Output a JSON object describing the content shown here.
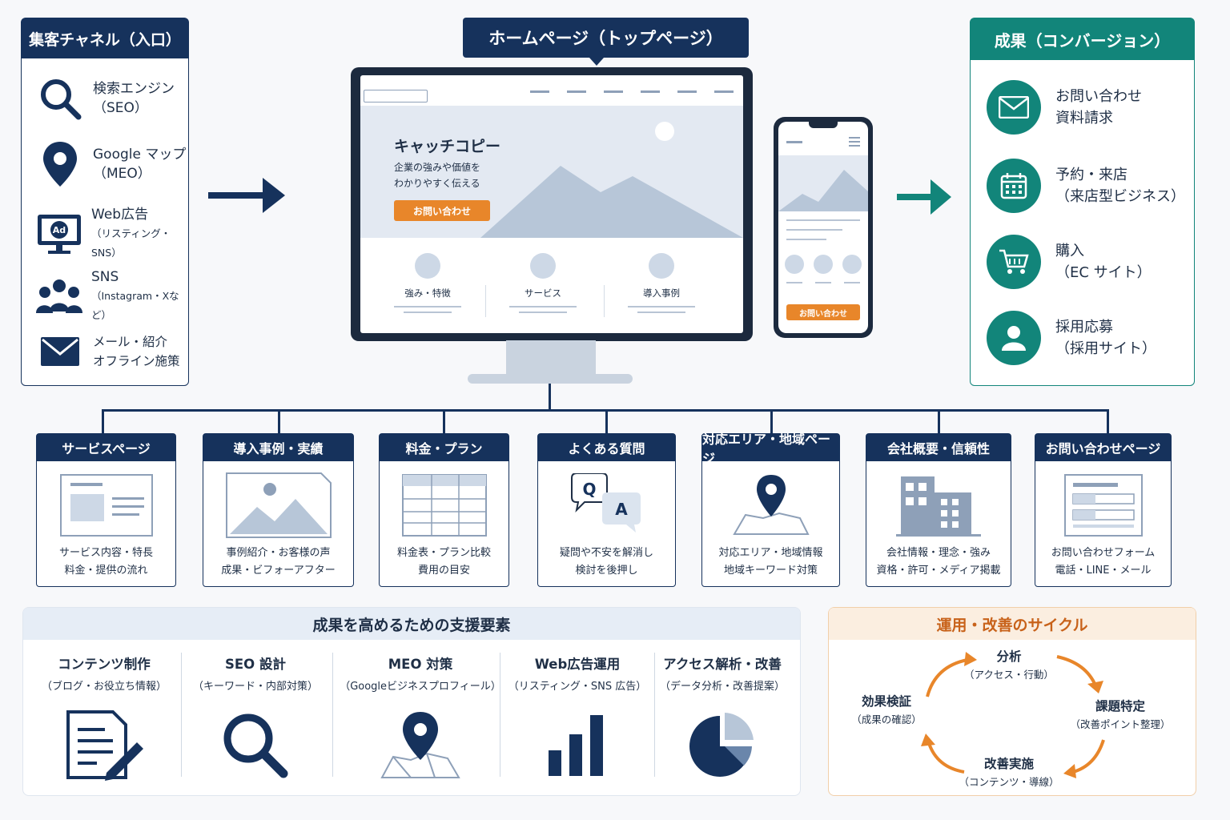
{
  "colors": {
    "navy": "#16325c",
    "teal": "#12857a",
    "orange": "#e8862a"
  },
  "channels": {
    "title": "集客チャネル（入口）",
    "items": [
      {
        "icon": "search-icon",
        "l1": "検索エンジン",
        "l2": "（SEO）"
      },
      {
        "icon": "map-pin-icon",
        "l1": "Google マップ",
        "l2": "（MEO）"
      },
      {
        "icon": "ad-monitor-icon",
        "l1": "Web広告",
        "l2": "（リスティング・SNS）"
      },
      {
        "icon": "people-icon",
        "l1": "SNS",
        "l2": "（Instagram・Xなど）"
      },
      {
        "icon": "mail-icon",
        "l1": "メール・紹介",
        "l2": "オフライン施策"
      }
    ]
  },
  "homepage": {
    "title": "ホームページ（トップページ）",
    "catch": "キャッチコピー",
    "catch_sub1": "企業の強みや価値を",
    "catch_sub2": "わかりやすく伝える",
    "cta": "お問い合わせ",
    "cols": [
      "強み・特徴",
      "サービス",
      "導入事例"
    ],
    "phone_cta": "お問い合わせ"
  },
  "conversions": {
    "title": "成果（コンバージョン）",
    "items": [
      {
        "icon": "mail-icon",
        "l1": "お問い合わせ",
        "l2": "資料請求"
      },
      {
        "icon": "calendar-icon",
        "l1": "予約・来店",
        "l2": "（来店型ビジネス）"
      },
      {
        "icon": "cart-icon",
        "l1": "購入",
        "l2": "（EC サイト）"
      },
      {
        "icon": "person-icon",
        "l1": "採用応募",
        "l2": "（採用サイト）"
      }
    ]
  },
  "pages": [
    {
      "title": "サービスページ",
      "d1": "サービス内容・特長",
      "d2": "料金・提供の流れ"
    },
    {
      "title": "導入事例・実績",
      "d1": "事例紹介・お客様の声",
      "d2": "成果・ビフォーアフター"
    },
    {
      "title": "料金・プラン",
      "d1": "料金表・プラン比較",
      "d2": "費用の目安"
    },
    {
      "title": "よくある質問",
      "d1": "疑問や不安を解消し",
      "d2": "検討を後押し"
    },
    {
      "title": "対応エリア・地域ページ",
      "d1": "対応エリア・地域情報",
      "d2": "地域キーワード対策"
    },
    {
      "title": "会社概要・信頼性",
      "d1": "会社情報・理念・強み",
      "d2": "資格・許可・メディア掲載"
    },
    {
      "title": "お問い合わせページ",
      "d1": "お問い合わせフォーム",
      "d2": "電話・LINE・メール"
    }
  ],
  "support": {
    "title": "成果を高めるための支援要素",
    "items": [
      {
        "t": "コンテンツ制作",
        "s": "（ブログ・お役立ち情報）"
      },
      {
        "t": "SEO 設計",
        "s": "（キーワード・内部対策）"
      },
      {
        "t": "MEO 対策",
        "s": "（Googleビジネスプロフィール）"
      },
      {
        "t": "Web広告運用",
        "s": "（リスティング・SNS 広告）"
      },
      {
        "t": "アクセス解析・改善",
        "s": "（データ分析・改善提案）"
      }
    ]
  },
  "cycle": {
    "title": "運用・改善のサイクル",
    "steps": [
      {
        "t": "分析",
        "s": "（アクセス・行動）"
      },
      {
        "t": "課題特定",
        "s": "（改善ポイント整理）"
      },
      {
        "t": "改善実施",
        "s": "（コンテンツ・導線）"
      },
      {
        "t": "効果検証",
        "s": "（成果の確認）"
      }
    ]
  }
}
